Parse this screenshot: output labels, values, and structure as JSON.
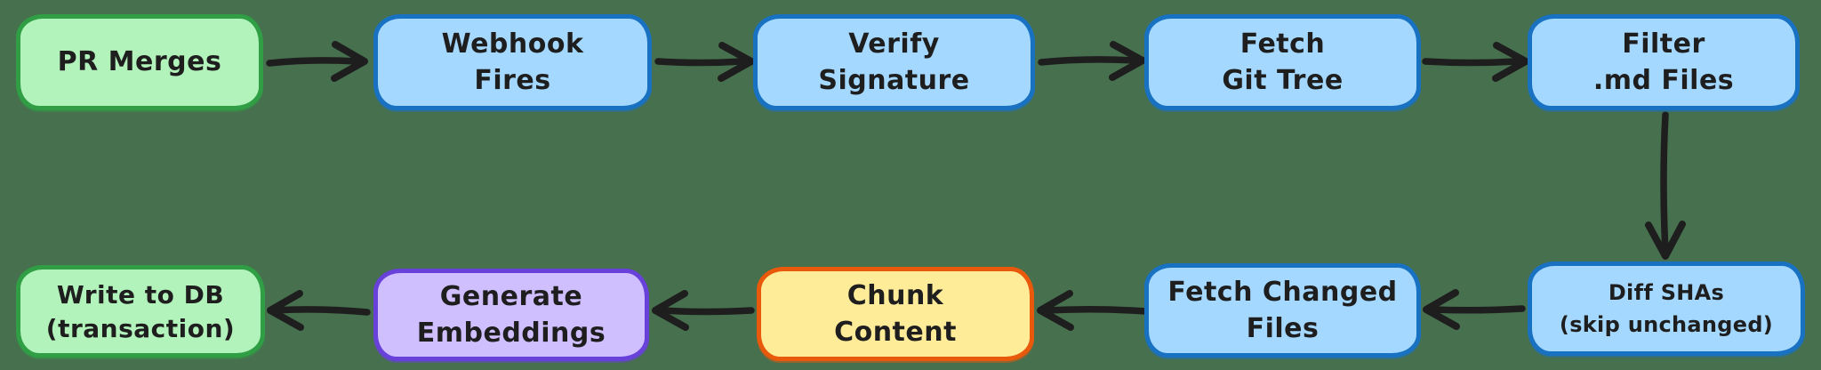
{
  "canvas": {
    "background_color": "#47704e",
    "text_color": "#1e1e1e",
    "arrow_color": "#1e1e1e"
  },
  "palette": {
    "green": {
      "fill": "#b2f2bb",
      "stroke": "#2f9e44"
    },
    "blue": {
      "fill": "#a5d8ff",
      "stroke": "#1971c2"
    },
    "purple": {
      "fill": "#d0bfff",
      "stroke": "#6741d9"
    },
    "yellow": {
      "fill": "#ffec99",
      "stroke": "#e8590c"
    }
  },
  "nodes": [
    {
      "id": "pr-merges",
      "label": "PR Merges",
      "lines": [
        "PR Merges"
      ],
      "color": "green"
    },
    {
      "id": "webhook-fires",
      "label": "Webhook Fires",
      "lines": [
        "Webhook",
        "Fires"
      ],
      "color": "blue"
    },
    {
      "id": "verify-signature",
      "label": "Verify Signature",
      "lines": [
        "Verify",
        "Signature"
      ],
      "color": "blue"
    },
    {
      "id": "fetch-git-tree",
      "label": "Fetch Git Tree",
      "lines": [
        "Fetch",
        "Git Tree"
      ],
      "color": "blue"
    },
    {
      "id": "filter-md-files",
      "label": "Filter .md Files",
      "lines": [
        "Filter",
        ".md Files"
      ],
      "color": "blue"
    },
    {
      "id": "diff-shas",
      "label": "Diff SHAs (skip unchanged)",
      "lines": [
        "Diff SHAs",
        "(skip unchanged)"
      ],
      "color": "blue"
    },
    {
      "id": "fetch-changed-files",
      "label": "Fetch Changed Files",
      "lines": [
        "Fetch Changed",
        "Files"
      ],
      "color": "blue"
    },
    {
      "id": "chunk-content",
      "label": "Chunk Content",
      "lines": [
        "Chunk",
        "Content"
      ],
      "color": "yellow"
    },
    {
      "id": "generate-embeddings",
      "label": "Generate Embeddings",
      "lines": [
        "Generate",
        "Embeddings"
      ],
      "color": "purple"
    },
    {
      "id": "write-to-db",
      "label": "Write to DB (transaction)",
      "lines": [
        "Write to DB",
        "(transaction)"
      ],
      "color": "green"
    }
  ],
  "edges": [
    {
      "from": "pr-merges",
      "to": "webhook-fires",
      "direction": "right"
    },
    {
      "from": "webhook-fires",
      "to": "verify-signature",
      "direction": "right"
    },
    {
      "from": "verify-signature",
      "to": "fetch-git-tree",
      "direction": "right"
    },
    {
      "from": "fetch-git-tree",
      "to": "filter-md-files",
      "direction": "right"
    },
    {
      "from": "filter-md-files",
      "to": "diff-shas",
      "direction": "down"
    },
    {
      "from": "diff-shas",
      "to": "fetch-changed-files",
      "direction": "left"
    },
    {
      "from": "fetch-changed-files",
      "to": "chunk-content",
      "direction": "left"
    },
    {
      "from": "chunk-content",
      "to": "generate-embeddings",
      "direction": "left"
    },
    {
      "from": "generate-embeddings",
      "to": "write-to-db",
      "direction": "left"
    }
  ]
}
